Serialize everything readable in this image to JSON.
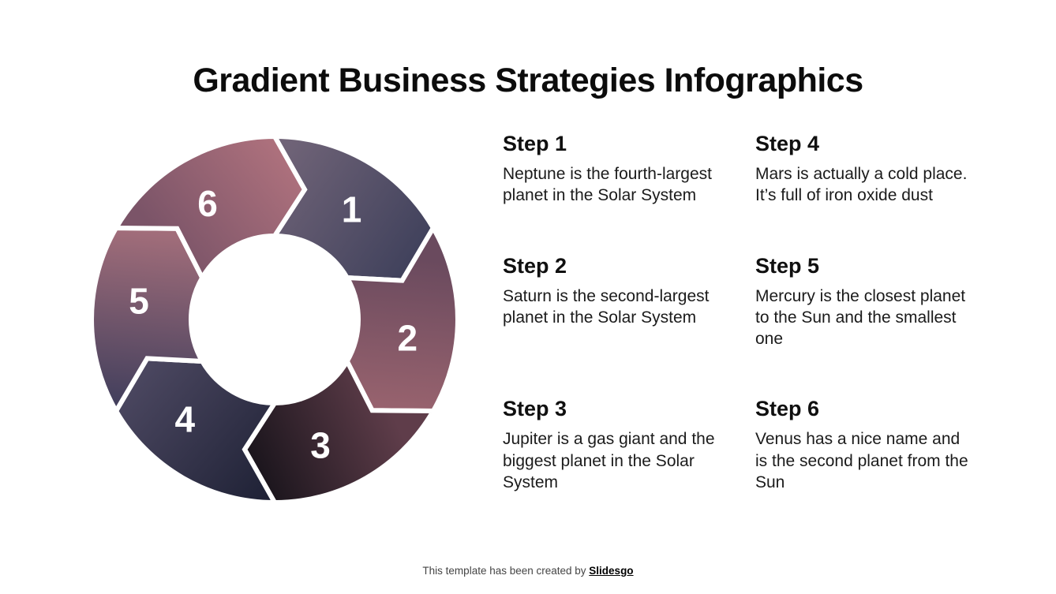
{
  "title": "Gradient Business Strategies Infographics",
  "diagram": {
    "hole_color": "#ffffff",
    "segments": [
      {
        "number": "1",
        "gradient_from": "#6f6377",
        "gradient_to": "#3d3f5a"
      },
      {
        "number": "2",
        "gradient_from": "#6a4a5e",
        "gradient_to": "#a06771"
      },
      {
        "number": "3",
        "gradient_from": "#17131a",
        "gradient_to": "#5f3d4a"
      },
      {
        "number": "4",
        "gradient_from": "#1d2034",
        "gradient_to": "#4b4760"
      },
      {
        "number": "5",
        "gradient_from": "#44405d",
        "gradient_to": "#a16d7a"
      },
      {
        "number": "6",
        "gradient_from": "#7b5468",
        "gradient_to": "#b3747f"
      }
    ]
  },
  "steps": [
    {
      "label": "Step 1",
      "text": "Neptune is the fourth-largest planet in the Solar System"
    },
    {
      "label": "Step 2",
      "text": "Saturn is the second-largest planet in the Solar System"
    },
    {
      "label": "Step 3",
      "text": "Jupiter is a gas giant and the biggest planet in the Solar System"
    },
    {
      "label": "Step 4",
      "text": "Mars is actually a cold place. It’s full of iron oxide dust"
    },
    {
      "label": "Step 5",
      "text": "Mercury is the closest planet to the Sun and the smallest one"
    },
    {
      "label": "Step 6",
      "text": "Venus has a nice name and is the second planet from the Sun"
    }
  ],
  "footer": {
    "prefix": "This template has been created by ",
    "brand": "Slidesgo"
  }
}
